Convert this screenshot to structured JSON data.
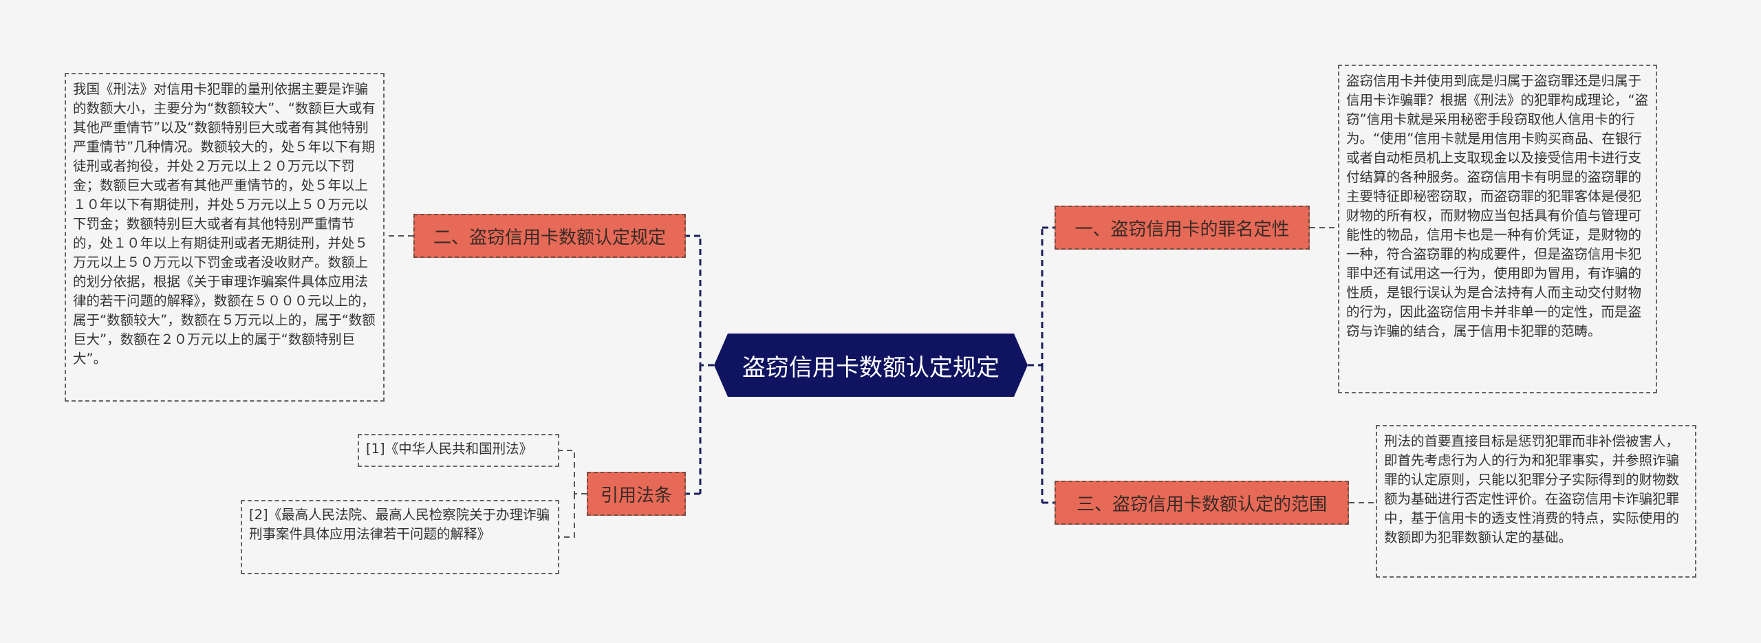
{
  "colors": {
    "background": "#f5f5f5",
    "center_fill": "#0f1360",
    "branch_fill": "#e66a57",
    "connector": "#1a1e5e"
  },
  "central": {
    "label": "盗窃信用卡数额认定规定"
  },
  "branches": {
    "crime_nature": {
      "label": "一、盗窃信用卡的罪名定性",
      "detail": "盗窃信用卡并使用到底是归属于盗窃罪还是归属于信用卡诈骗罪？根据《刑法》的犯罪构成理论，“盗窃”信用卡就是采用秘密手段窃取他人信用卡的行为。“使用”信用卡就是用信用卡购买商品、在银行或者自动柜员机上支取现金以及接受信用卡进行支付结算的各种服务。盗窃信用卡有明显的盗窃罪的主要特征即秘密窃取，而盗窃罪的犯罪客体是侵犯财物的所有权，而财物应当包括具有价值与管理可能性的物品，信用卡也是一种有价凭证，是财物的一种，符合盗窃罪的构成要件，但是盗窃信用卡犯罪中还有试用这一行为，使用即为冒用，有诈骗的性质，是银行误认为是合法持有人而主动交付财物的行为，因此盗窃信用卡并非单一的定性，而是盗窃与诈骗的结合，属于信用卡犯罪的范畴。"
    },
    "amount_rules": {
      "label": "二、盗窃信用卡数额认定规定",
      "detail": "我国《刑法》对信用卡犯罪的量刑依据主要是诈骗的数额大小，主要分为“数额较大”、“数额巨大或有其他严重情节”以及“数额特别巨大或者有其他特别严重情节”几种情况。数额较大的，处５年以下有期徒刑或者拘役，并处２万元以上２０万元以下罚金；数额巨大或者有其他严重情节的，处５年以上１０年以下有期徒刑，并处５万元以上５０万元以下罚金；数额特别巨大或者有其他特别严重情节的，处１０年以上有期徒刑或者无期徒刑，并处５万元以上５０万元以下罚金或者没收财产。数额上的划分依据，根据《关于审理诈骗案件具体应用法律的若干问题的解释》，数额在５０００元以上的，属于“数额较大”，数额在５万元以上的，属于“数额巨大”，数额在２０万元以上的属于“数额特别巨大”。"
    },
    "amount_scope": {
      "label": "三、盗窃信用卡数额认定的范围",
      "detail": "刑法的首要直接目标是惩罚犯罪而非补偿被害人，即首先考虑行为人的行为和犯罪事实，并参照诈骗罪的认定原则，只能以犯罪分子实际得到的财物数额为基础进行否定性评价。在盗窃信用卡诈骗犯罪中，基于信用卡的透支性消费的特点，实际使用的数额即为犯罪数额认定的基础。"
    },
    "citations": {
      "label": "引用法条",
      "items": [
        "[1]《中华人民共和国刑法》",
        "[2]《最高人民法院、最高人民检察院关于办理诈骗刑事案件具体应用法律若干问题的解释》"
      ]
    }
  }
}
